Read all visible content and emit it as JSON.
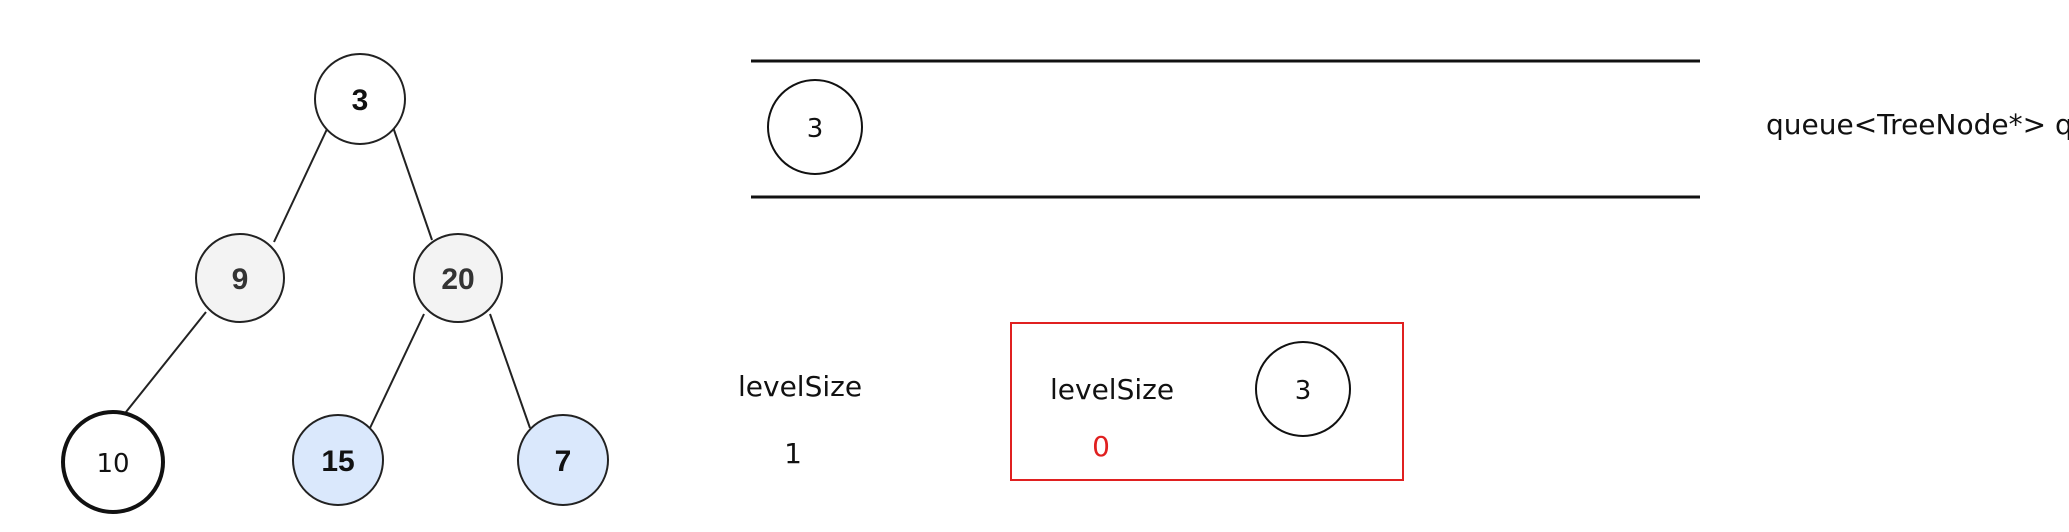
{
  "tree": {
    "nodes": [
      {
        "id": "n3",
        "label": "3",
        "fill": "#ffffff",
        "style": "bold"
      },
      {
        "id": "n9",
        "label": "9",
        "fill": "#f3f3f3",
        "style": "bold-gray"
      },
      {
        "id": "n20",
        "label": "20",
        "fill": "#f3f3f3",
        "style": "bold-gray"
      },
      {
        "id": "n10",
        "label": "10",
        "fill": "#ffffff",
        "style": "plain"
      },
      {
        "id": "n15",
        "label": "15",
        "fill": "#dae8fc",
        "style": "bold"
      },
      {
        "id": "n7",
        "label": "7",
        "fill": "#dae8fc",
        "style": "bold"
      }
    ],
    "edges": [
      [
        "n3",
        "n9"
      ],
      [
        "n3",
        "n20"
      ],
      [
        "n9",
        "n10"
      ],
      [
        "n20",
        "n15"
      ],
      [
        "n20",
        "n7"
      ]
    ]
  },
  "queue": {
    "items": [
      "3"
    ],
    "declaration": "queue<TreeNode*> q;"
  },
  "outer_level": {
    "label": "levelSize",
    "value": "1"
  },
  "highlight_box": {
    "label": "levelSize",
    "value": "0",
    "node_label": "3",
    "border_color": "#e02020",
    "value_color": "#e02020"
  }
}
